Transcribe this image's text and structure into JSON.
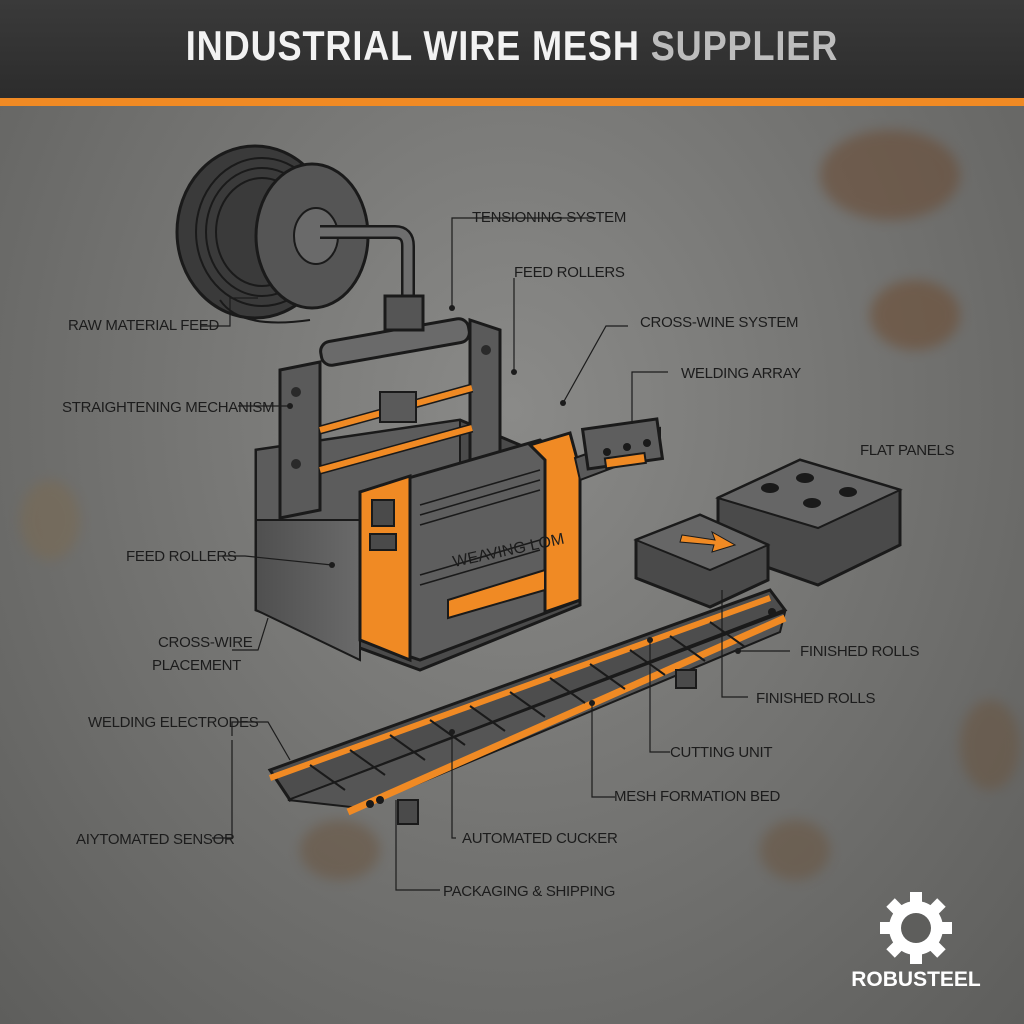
{
  "header": {
    "title_main": "INDUSTRIAL WIRE MESH ",
    "title_accent": "SUPPLIER"
  },
  "machine_text": "WEAVING LOM",
  "labels": {
    "raw_material_feed": "RAW MATERIAL FEED",
    "tensioning_system": "TENSIONING SYSTEM",
    "feed_rollers_top": "FEED ROLLERS",
    "cross_wine_system": "CROSS-WINE SYSTEM",
    "welding_array": "WELDING ARRAY",
    "straightening_mechanism": "STRAIGHTENING MECHANISM",
    "flat_panels": "FLAT PANELS",
    "feed_rollers_left": "FEED ROLLERS",
    "cross_wire_placement_1": "CROSS-WIRE",
    "cross_wire_placement_2": "PLACEMENT",
    "finished_rolls_1": "FINISHED ROLLS",
    "finished_rolls_2": "FINISHED ROLLS",
    "welding_electrodes": "WELDING ELECTRODES",
    "cutting_unit": "CUTTING UNIT",
    "mesh_formation_bed": "MESH FORMATION BED",
    "automated_sensor": "AIYTOMATED SENSOR",
    "automated_cucker": "AUTOMATED CUCKER",
    "packaging_shipping": "PACKAGING & SHIPPING"
  },
  "logo": {
    "text": "ROBUSTEEL",
    "icon": "gear-icon"
  },
  "colors": {
    "accent": "#f08a24",
    "machine_body": "#5a5a5a",
    "header": "#2f2f2f"
  }
}
